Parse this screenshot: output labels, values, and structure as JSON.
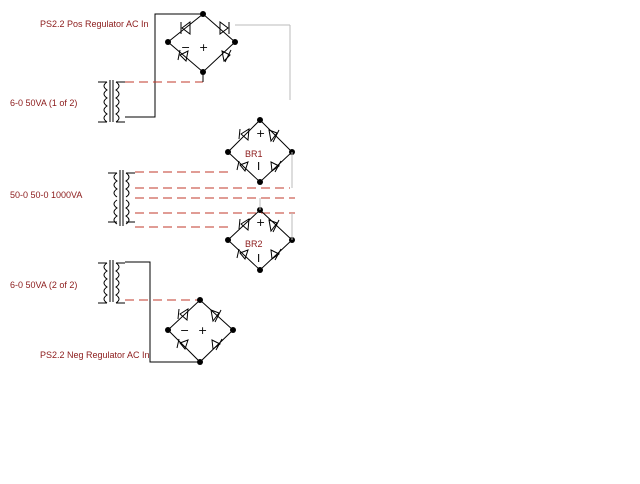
{
  "labels": {
    "pos_regulator": "PS2.2 Pos Regulator AC In",
    "neg_regulator": "PS2.2 Neg Regulator AC In",
    "transformer_1": "6-0 50VA (1 of 2)",
    "transformer_main": "50-0 50-0 1000VA",
    "transformer_2": "6-0 50VA (2 of 2)",
    "bridge_1": "BR1",
    "bridge_2": "BR2"
  },
  "signs": {
    "minus": "−",
    "plus": "+",
    "bar": "I"
  },
  "colors": {
    "wire": "#000000",
    "dashed_link": "#c0392b",
    "label_text": "#8b1a1a"
  }
}
